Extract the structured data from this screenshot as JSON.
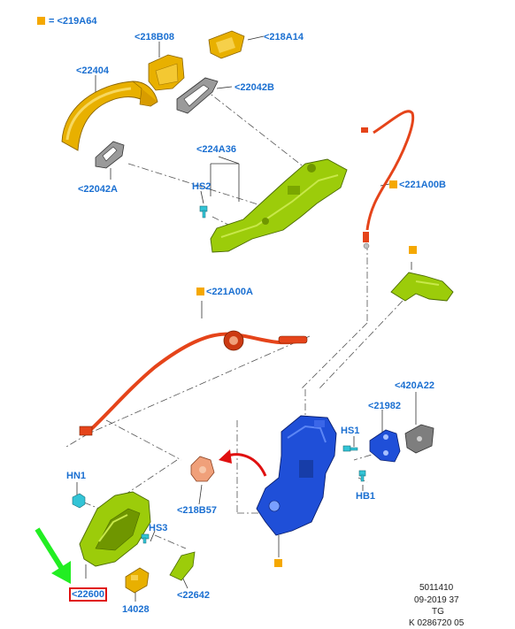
{
  "legend": {
    "key_color": "#f5a800",
    "text": "= <219A64"
  },
  "highlight_color": "#e01010",
  "arrow_color": "#22ee22",
  "colors": {
    "label_blue": "#1a6fd1",
    "yellow": "#e8b000",
    "green": "#9ccc0a",
    "blue": "#1f4fd8",
    "red": "#e5441a",
    "grey": "#8a8a8a",
    "cyan": "#33c4d6",
    "pink": "#f0a07a"
  },
  "labels": {
    "l218B08": "<218B08",
    "l218A14": "<218A14",
    "l22404": "<22404",
    "l22042B": "<22042B",
    "l224A36": "<224A36",
    "lHS2": "HS2",
    "l22042A": "<22042A",
    "l221A00B": "<221A00B",
    "l221A00A": "<221A00A",
    "l420A22": "<420A22",
    "l21982": "<21982",
    "lHS1": "HS1",
    "lHB1": "HB1",
    "lHN1": "HN1",
    "l218B57": "<218B57",
    "lHS3": "HS3",
    "l22600": "<22600",
    "l14028": "14028",
    "l22642": "<22642"
  },
  "reference": {
    "line1": "5011410",
    "line2": "09-2019 37",
    "line3": "TG",
    "line4": "K 0286720 05"
  }
}
